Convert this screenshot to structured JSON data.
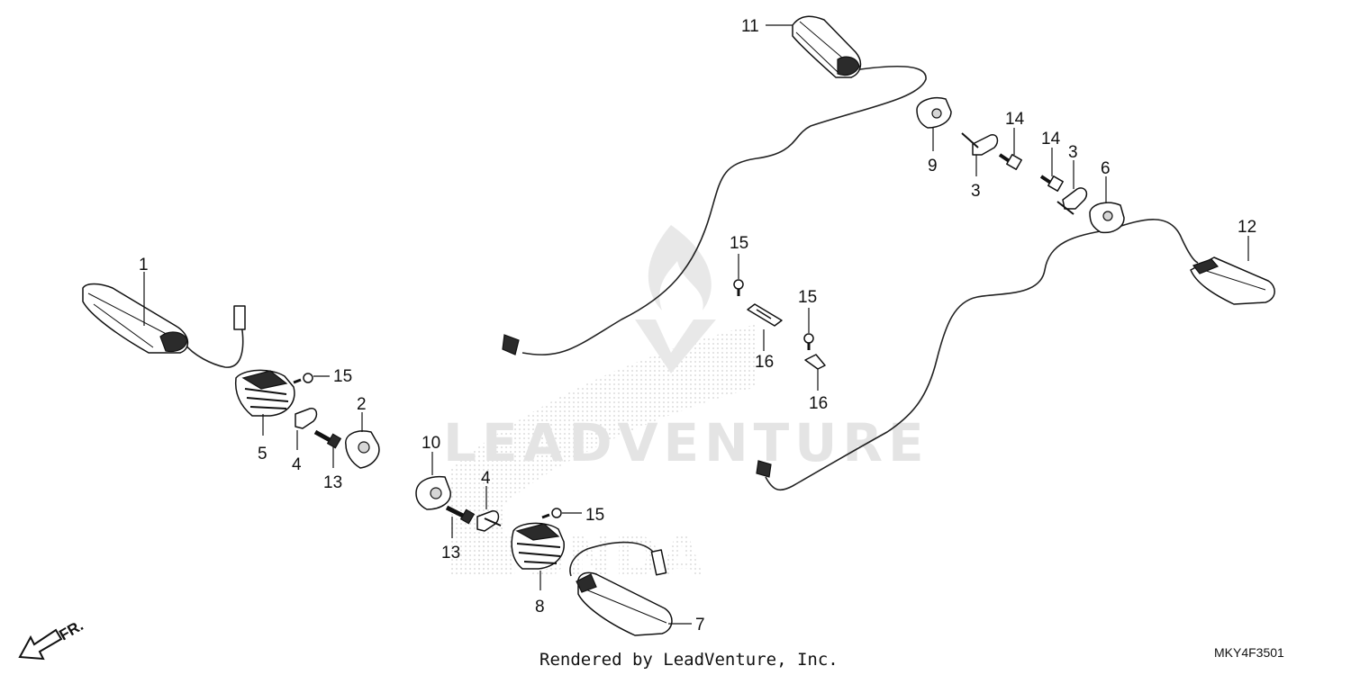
{
  "diagram": {
    "callouts": [
      {
        "id": "c1",
        "text": "1"
      },
      {
        "id": "c2",
        "text": "2"
      },
      {
        "id": "c3a",
        "text": "3"
      },
      {
        "id": "c3b",
        "text": "3"
      },
      {
        "id": "c4a",
        "text": "4"
      },
      {
        "id": "c4b",
        "text": "4"
      },
      {
        "id": "c5",
        "text": "5"
      },
      {
        "id": "c6",
        "text": "6"
      },
      {
        "id": "c7",
        "text": "7"
      },
      {
        "id": "c8",
        "text": "8"
      },
      {
        "id": "c9",
        "text": "9"
      },
      {
        "id": "c10",
        "text": "10"
      },
      {
        "id": "c11",
        "text": "11"
      },
      {
        "id": "c12",
        "text": "12"
      },
      {
        "id": "c13a",
        "text": "13"
      },
      {
        "id": "c13b",
        "text": "13"
      },
      {
        "id": "c14a",
        "text": "14"
      },
      {
        "id": "c14b",
        "text": "14"
      },
      {
        "id": "c15a",
        "text": "15"
      },
      {
        "id": "c15b",
        "text": "15"
      },
      {
        "id": "c15c",
        "text": "15"
      },
      {
        "id": "c15d",
        "text": "15"
      },
      {
        "id": "c16a",
        "text": "16"
      },
      {
        "id": "c16b",
        "text": "16"
      }
    ],
    "direction_label": "FR.",
    "footer": "Rendered by LeadVenture, Inc.",
    "diagram_code": "MKY4F3501",
    "watermark_text": "LEADVENTURE",
    "colors": {
      "line": "#111111",
      "watermark": "#e2e2e2",
      "background": "#ffffff"
    }
  }
}
